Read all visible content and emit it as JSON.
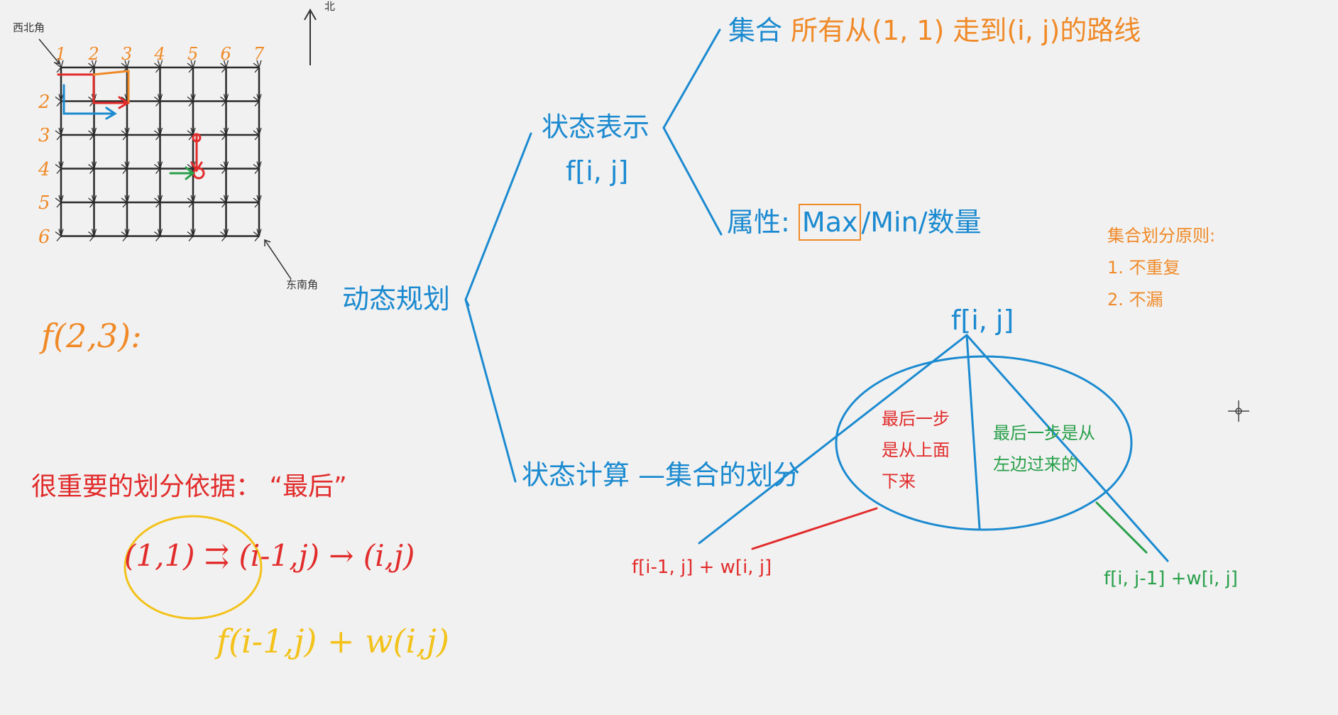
{
  "colors": {
    "blue": "#1b8ad0",
    "orange": "#f08a28",
    "red": "#e22b2b",
    "green": "#29a04a",
    "yellow": "#f3c21b",
    "grid": "#333333",
    "background": "#f1f1f1"
  },
  "grid": {
    "corner_nw": "西北角",
    "corner_se": "东南角",
    "north": "北",
    "col_numbers": [
      "1",
      "2",
      "3",
      "4",
      "5",
      "6",
      "7"
    ],
    "row_numbers": [
      "2",
      "3",
      "4",
      "5",
      "6"
    ]
  },
  "handwriting": {
    "f_note": "f(2,3):",
    "path_expr": "(1,1) ⇉ (i-1,j) → (i,j)",
    "formula": "f(i-1,j) + w(i,j)"
  },
  "key_note": "很重要的划分依据：  “最后”",
  "tree": {
    "root": "动态规划",
    "state_repr": "状态表示",
    "state_symbol": "f[i, j]",
    "set_label": "集合",
    "set_desc": "所有从(1, 1) 走到(i, j)的路线",
    "attr_label": "属性:",
    "attr_max": "Max",
    "attr_rest": "/Min/数量",
    "state_calc": "状态计算 —集合的划分"
  },
  "principle": {
    "title": "集合划分原则:",
    "items": [
      "1. 不重复",
      "2. 不漏"
    ]
  },
  "partition": {
    "top": "f[i, j]",
    "left_text": [
      "最后一步",
      "是从上面",
      "下来"
    ],
    "right_text": [
      "最后一步是从",
      "左边过来的"
    ],
    "left_formula": "f[i-1, j] + w[i, j]",
    "right_formula": "f[i, j-1] +w[i, j]"
  }
}
